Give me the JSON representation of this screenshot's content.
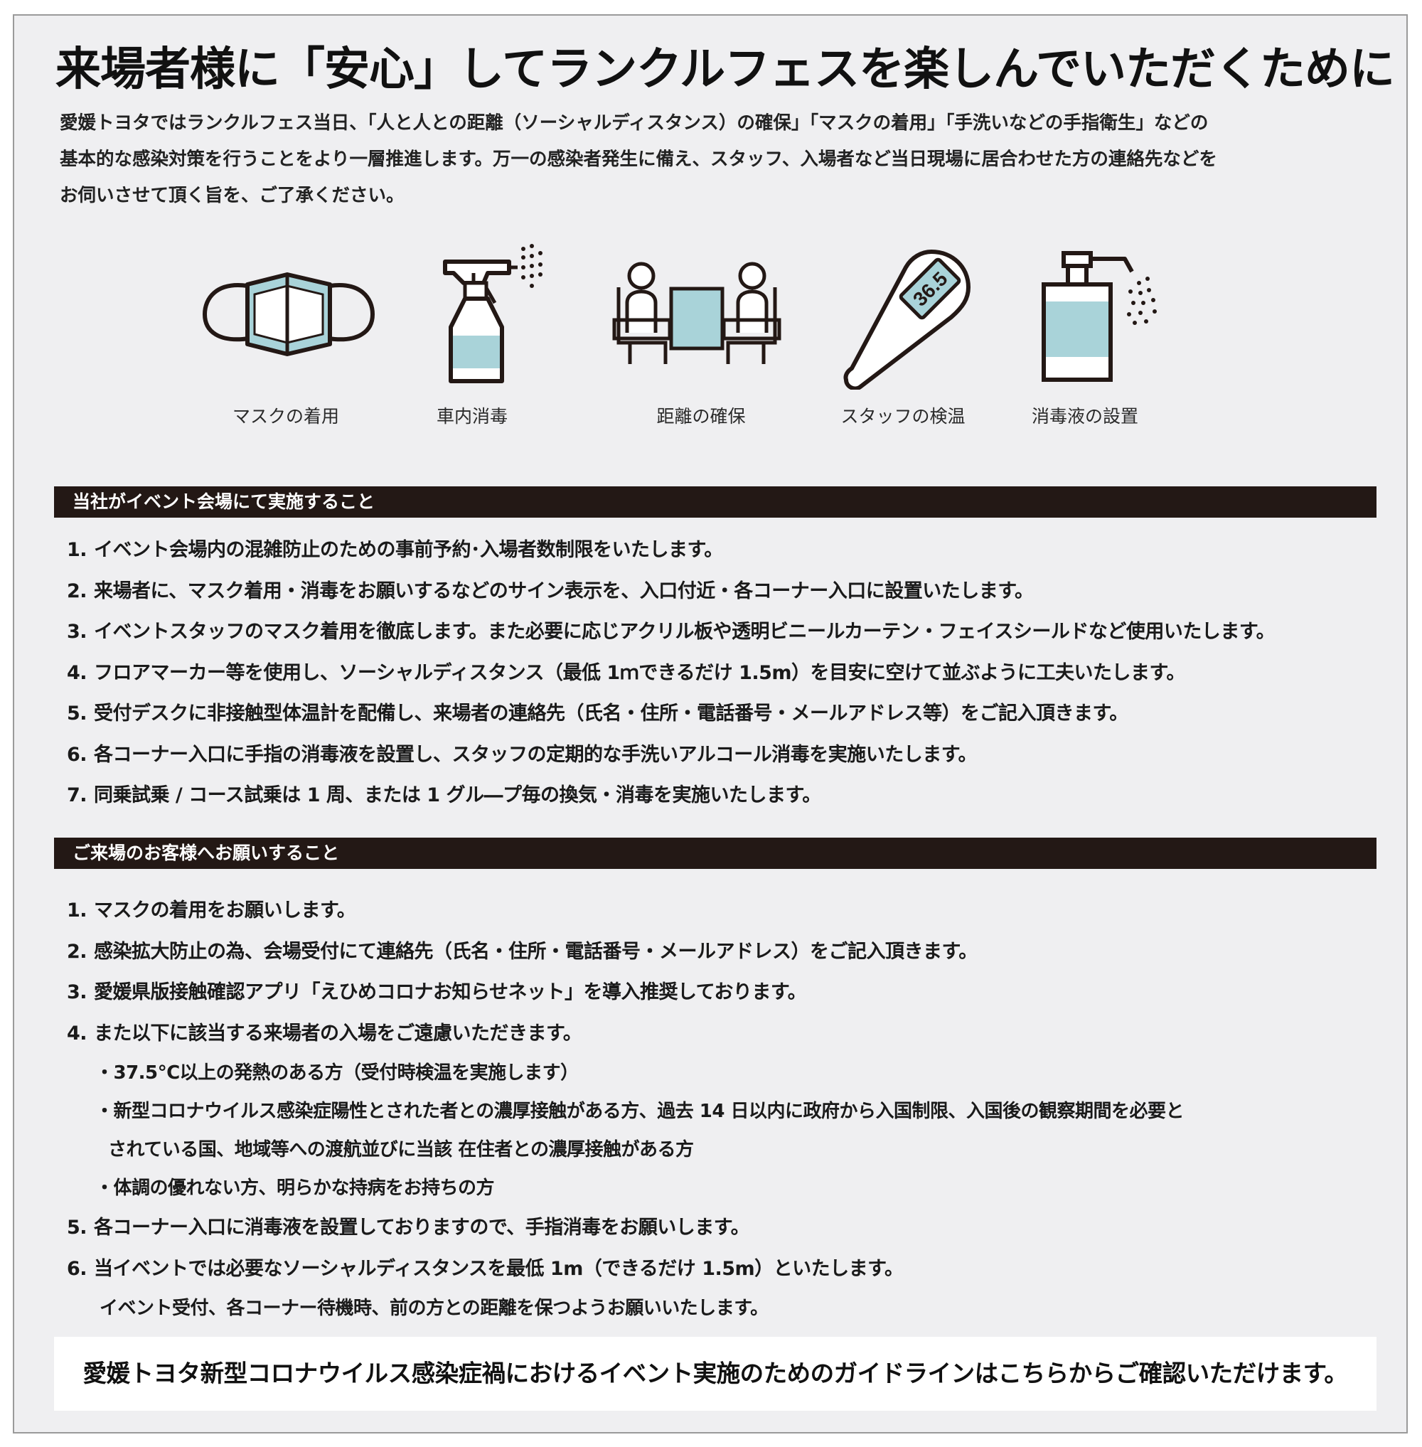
{
  "title": "来場者様に「安心」してランクルフェスを楽しんでいただくために",
  "intro": [
    "愛媛トヨタではランクルフェス当日、「人と人との距離（ソーシャルディスタンス）の確保」「マスクの着用」「手洗いなどの手指衛生」などの",
    "基本的な感染対策を行うことをより一層推進します。万一の感染者発生に備え、スタッフ、入場者など当日現場に居合わせた方の連絡先などを",
    "お伺いさせて頂く旨を、ご了承ください。"
  ],
  "icons": [
    {
      "name": "mask-icon",
      "label": "マスクの着用"
    },
    {
      "name": "spray-bottle-icon",
      "label": "車内消毒"
    },
    {
      "name": "distance-icon",
      "label": "距離の確保"
    },
    {
      "name": "thermometer-icon",
      "label": "スタッフの検温"
    },
    {
      "name": "sanitizer-pump-icon",
      "label": "消毒液の設置"
    }
  ],
  "thermometer_reading": "36.5",
  "accent_color": "#a9d3d9",
  "section1": {
    "header": "当社がイベント会場にて実施すること",
    "items": [
      {
        "num": "1.",
        "text": "イベント会場内の混雑防止のための事前予約･入場者数制限をいたします。"
      },
      {
        "num": "2.",
        "text": "来場者に、マスク着用・消毒をお願いするなどのサイン表示を、入口付近・各コーナー入口に設置いたします。"
      },
      {
        "num": "3.",
        "text": "イベントスタッフのマスク着用を徹底します。また必要に応じアクリル板や透明ビニールカーテン・フェイスシールドなど使用いたします。"
      },
      {
        "num": "4.",
        "text": "フロアマーカー等を使用し、ソーシャルディスタンス（最低 1ｍできるだけ 1.5m）を目安に空けて並ぶように工夫いたします。"
      },
      {
        "num": "5.",
        "text": "受付デスクに非接触型体温計を配備し、来場者の連絡先（氏名・住所・電話番号・メールアドレス等）をご記入頂きます。"
      },
      {
        "num": "6.",
        "text": "各コーナー入口に手指の消毒液を設置し、スタッフの定期的な手洗いアルコール消毒を実施いたします。"
      },
      {
        "num": "7.",
        "text": "同乗試乗 / コース試乗は 1 周、または 1 グル―プ毎の換気・消毒を実施いたします。"
      }
    ]
  },
  "section2": {
    "header": "ご来場のお客様へお願いすること",
    "items": [
      {
        "num": "1.",
        "text": "マスクの着用をお願いします。"
      },
      {
        "num": "2.",
        "text": "感染拡大防止の為、会場受付にて連絡先（氏名・住所・電話番号・メールアドレス）をご記入頂きます。"
      },
      {
        "num": "3.",
        "text": "愛媛県版接触確認アプリ「えひめコロナお知らせネット」を導入推奨しております。"
      },
      {
        "num": "4.",
        "text": "また以下に該当する来場者の入場をご遠慮いただきます。"
      }
    ],
    "sub_items": [
      "・37.5℃以上の発熱のある方（受付時検温を実施します）",
      "・新型コロナウイルス感染症陽性とされた者との濃厚接触がある方、過去 14 日以内に政府から入国制限、入国後の観察期間を必要と",
      "されている国、地域等への渡航並びに当該 在住者との濃厚接触がある方",
      "・体調の優れない方、明らかな持病をお持ちの方"
    ],
    "items_after": [
      {
        "num": "5.",
        "text": "各コーナー入口に消毒液を設置しておりますので、手指消毒をお願いします。"
      },
      {
        "num": "6.",
        "text": "当イベントでは必要なソーシャルディスタンスを最低 1m（できるだけ 1.5m）といたします。"
      }
    ],
    "item6_cont": "イベント受付、各コーナー待機時、前の方との距離を保つようお願いいたします。"
  },
  "footer": "愛媛トヨタ新型コロナウイルス感染症禍におけるイベント実施のためのガイドラインはこちらからご確認いただけます。"
}
